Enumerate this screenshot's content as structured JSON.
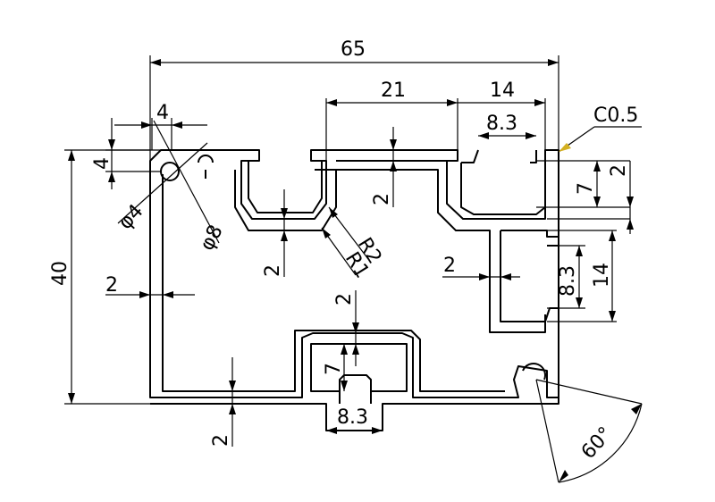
{
  "drawing": {
    "dimensions": {
      "overall_width": "65",
      "overall_height": "40",
      "top_slot_width": "21",
      "right_slot_width": "14",
      "right_slot_opening": "8.3",
      "chamfer": "C0.5",
      "corner_offset_x": "4",
      "corner_offset_y": "4",
      "hole_dia_small": "φ4",
      "hole_dia_large": "φ8",
      "radius_outer": "R2",
      "radius_inner": "R1",
      "wall_left": "2",
      "wall_top_groove": "2",
      "wall_inner": "2",
      "wall_mid": "2",
      "wall_bottom_slot": "2",
      "wall_bottom": "2",
      "right_slot_depth": "7",
      "right_wall": "2",
      "side_slot_opening": "8.3",
      "side_slot_width": "14",
      "bottom_slot_depth": "7",
      "bottom_slot_opening": "8.3",
      "angle": "60°"
    }
  }
}
